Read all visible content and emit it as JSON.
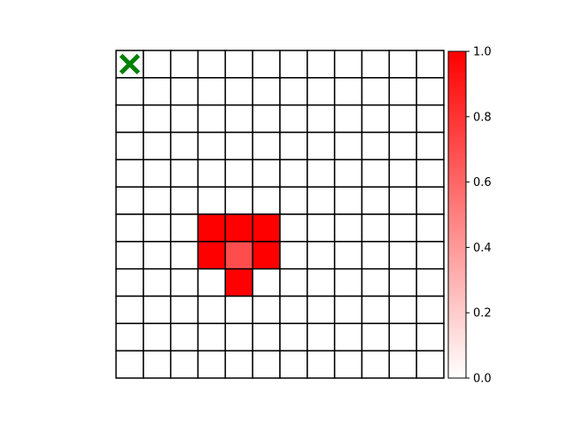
{
  "chart_data": {
    "type": "heatmap",
    "rows": 12,
    "cols": 12,
    "cells": [
      {
        "row": 6,
        "col": 3,
        "value": 1.0
      },
      {
        "row": 6,
        "col": 4,
        "value": 1.0
      },
      {
        "row": 6,
        "col": 5,
        "value": 1.0
      },
      {
        "row": 7,
        "col": 3,
        "value": 1.0
      },
      {
        "row": 7,
        "col": 4,
        "value": 0.7
      },
      {
        "row": 7,
        "col": 5,
        "value": 1.0
      },
      {
        "row": 8,
        "col": 4,
        "value": 1.0
      }
    ],
    "marker": {
      "row": 0,
      "col": 0,
      "symbol": "✖",
      "color": "#008000"
    },
    "colorbar": {
      "min": 0.0,
      "max": 1.0,
      "low_color": "#ffffff",
      "high_color": "#ff0000",
      "ticks": [
        "0.0",
        "0.2",
        "0.4",
        "0.6",
        "0.8",
        "1.0"
      ]
    },
    "grid": true
  }
}
